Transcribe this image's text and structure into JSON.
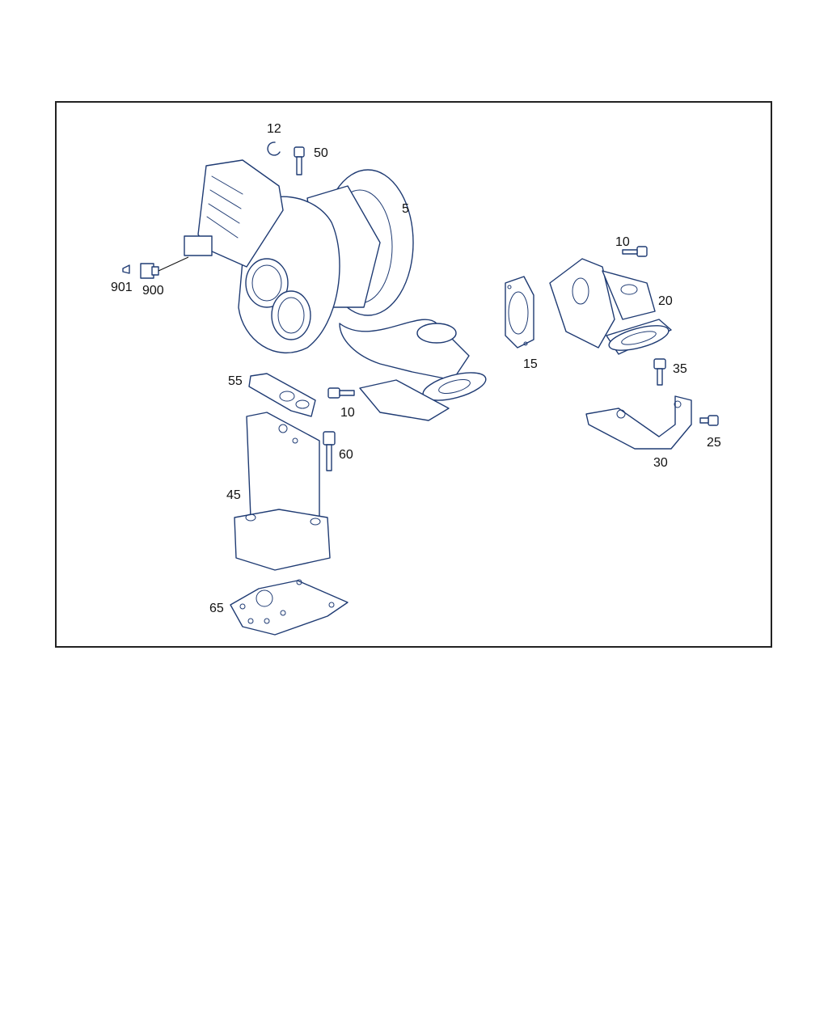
{
  "diagram": {
    "callouts": {
      "c12": "12",
      "c50": "50",
      "c5": "5",
      "c10a": "10",
      "c20": "20",
      "c15": "15",
      "c35": "35",
      "c901": "901",
      "c900": "900",
      "c55": "55",
      "c10b": "10",
      "c60": "60",
      "c25": "25",
      "c30": "30",
      "c45": "45",
      "c65": "65"
    },
    "colors": {
      "line": "#1f3b73",
      "frame": "#222222",
      "text": "#111111"
    }
  }
}
